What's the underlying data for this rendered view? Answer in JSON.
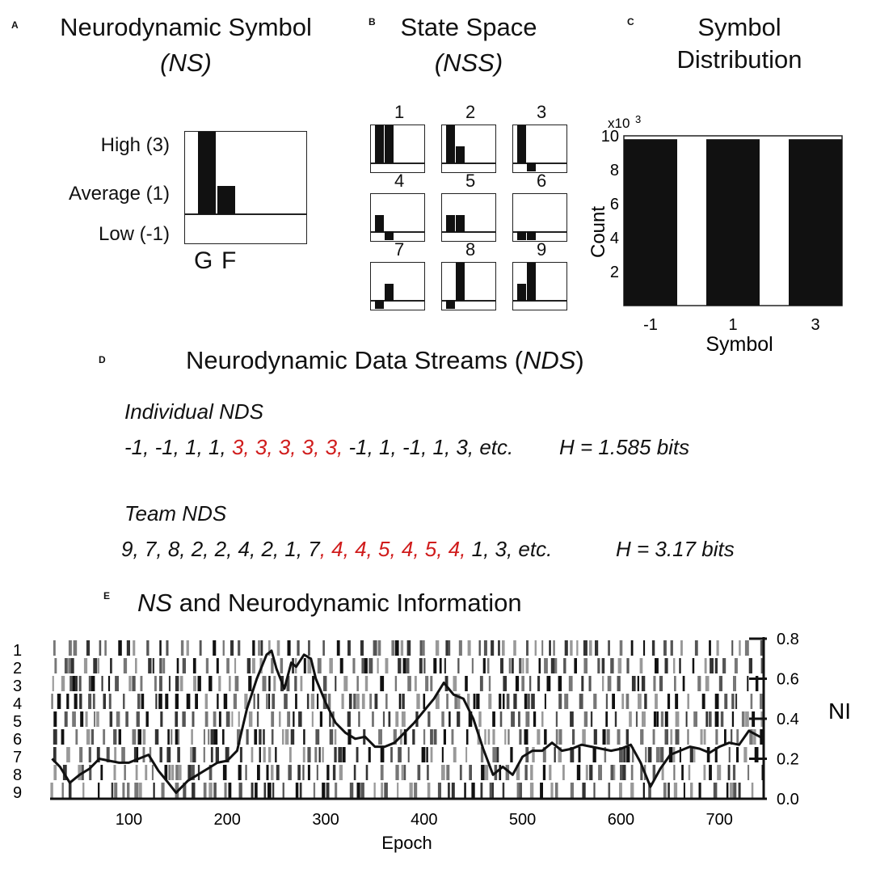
{
  "panel_a": {
    "letter": "A",
    "title": "Neurodynamic Symbol",
    "subtitle": "(NS)",
    "levels": [
      "High (3)",
      "Average (1)",
      "Low (-1)"
    ],
    "xlabels": [
      "G",
      "F"
    ]
  },
  "panel_b": {
    "letter": "B",
    "title": "State Space",
    "subtitle": "(NSS)",
    "states": [
      {
        "id": "1",
        "g": 3,
        "f": 3
      },
      {
        "id": "2",
        "g": 3,
        "f": 1
      },
      {
        "id": "3",
        "g": 3,
        "f": -1
      },
      {
        "id": "4",
        "g": 1,
        "f": -1
      },
      {
        "id": "5",
        "g": 1,
        "f": 1
      },
      {
        "id": "6",
        "g": -1,
        "f": -1
      },
      {
        "id": "7",
        "g": -1,
        "f": 1
      },
      {
        "id": "8",
        "g": -1,
        "f": 3
      },
      {
        "id": "9",
        "g": 1,
        "f": 3
      }
    ]
  },
  "panel_c": {
    "letter": "C",
    "title_line1": "Symbol",
    "title_line2": "Distribution",
    "multiplier": "x10",
    "multiplier_exp": "3"
  },
  "panel_d": {
    "letter": "D",
    "title_pre": "Neurodynamic Data Streams (",
    "title_italic": "NDS",
    "title_post": ")",
    "individual": {
      "label": "Individual NDS",
      "seq_pre": "-1, -1, 1, 1, ",
      "seq_red": "3, 3, 3, 3, 3,",
      "seq_post": " -1, 1, -1, 1, 3, etc.",
      "entropy": "H = 1.585 bits"
    },
    "team": {
      "label": "Team NDS",
      "seq_pre": "9, 7, 8, 2, 2, 4, 2, 1, 7",
      "seq_red": ", 4, 4, 5, 4, 5, 4,",
      "seq_post": " 1, 3, etc.",
      "entropy": "H = 3.17 bits"
    }
  },
  "panel_e": {
    "letter": "E",
    "title_italic": "NS",
    "title_rest": " and Neurodynamic Information"
  },
  "chart_data": [
    {
      "type": "bar",
      "panel": "C",
      "categories": [
        "-1",
        "1",
        "3"
      ],
      "values": [
        9.8,
        9.8,
        9.8
      ],
      "xlabel": "Symbol",
      "ylabel": "Count",
      "ylim": [
        0,
        10
      ],
      "yticks": [
        2,
        4,
        6,
        8,
        10
      ]
    },
    {
      "type": "line",
      "panel": "E",
      "xlabel": "Epoch",
      "ylabel": "NI",
      "xlim": [
        20,
        745
      ],
      "ylim": [
        0.0,
        0.8
      ],
      "xticks": [
        100,
        200,
        300,
        400,
        500,
        600,
        700
      ],
      "yticks": [
        "0.0",
        "0.2",
        "0.4",
        "0.6",
        "0.8"
      ],
      "raster_rows": [
        "1",
        "2",
        "3",
        "4",
        "5",
        "6",
        "7",
        "8",
        "9"
      ],
      "x": [
        22,
        30,
        40,
        50,
        60,
        70,
        80,
        90,
        100,
        110,
        120,
        130,
        140,
        148,
        160,
        170,
        180,
        190,
        200,
        210,
        220,
        230,
        240,
        245,
        250,
        258,
        265,
        270,
        278,
        285,
        290,
        300,
        310,
        320,
        330,
        340,
        350,
        360,
        370,
        380,
        390,
        400,
        410,
        420,
        430,
        440,
        450,
        460,
        470,
        480,
        490,
        500,
        510,
        520,
        530,
        540,
        550,
        560,
        570,
        580,
        590,
        600,
        610,
        620,
        630,
        640,
        650,
        660,
        670,
        680,
        690,
        700,
        710,
        720,
        730,
        745
      ],
      "y": [
        0.2,
        0.16,
        0.08,
        0.12,
        0.15,
        0.2,
        0.19,
        0.18,
        0.18,
        0.2,
        0.22,
        0.14,
        0.08,
        0.03,
        0.09,
        0.12,
        0.15,
        0.18,
        0.19,
        0.24,
        0.45,
        0.6,
        0.72,
        0.74,
        0.65,
        0.55,
        0.68,
        0.66,
        0.72,
        0.7,
        0.6,
        0.48,
        0.38,
        0.33,
        0.3,
        0.31,
        0.26,
        0.26,
        0.28,
        0.33,
        0.38,
        0.44,
        0.5,
        0.58,
        0.52,
        0.5,
        0.4,
        0.25,
        0.12,
        0.16,
        0.12,
        0.21,
        0.24,
        0.24,
        0.28,
        0.24,
        0.25,
        0.27,
        0.26,
        0.25,
        0.24,
        0.25,
        0.27,
        0.18,
        0.06,
        0.15,
        0.22,
        0.24,
        0.26,
        0.25,
        0.23,
        0.26,
        0.28,
        0.27,
        0.34,
        0.3
      ]
    }
  ]
}
